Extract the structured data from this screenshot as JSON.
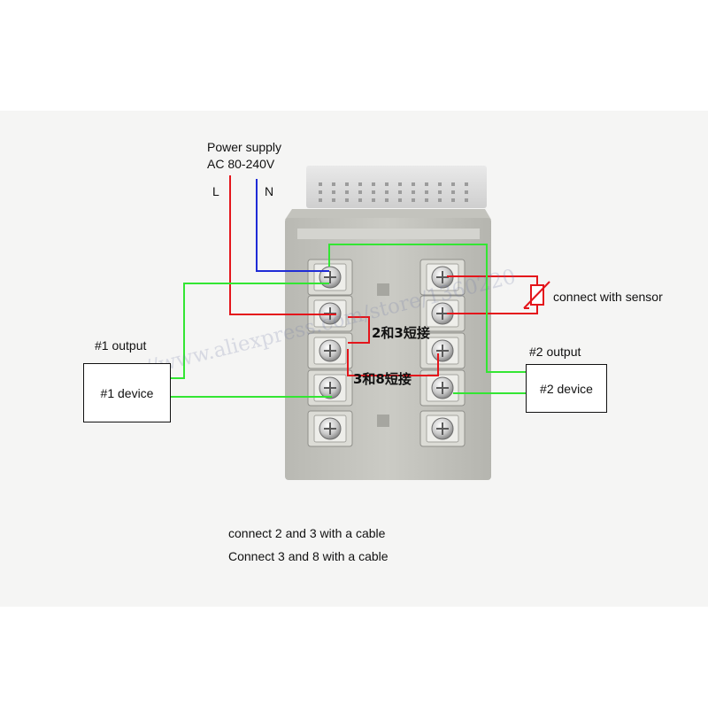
{
  "power": {
    "title": "Power supply",
    "voltage": "AC 80-240V",
    "live": "L",
    "neutral": "N"
  },
  "sensor": {
    "label": "connect with sensor"
  },
  "output1": {
    "label": "#1 output",
    "device": "#1 device"
  },
  "output2": {
    "label": "#2 output",
    "device": "#2 device"
  },
  "jumpers": {
    "j1": "2和3短接",
    "j2": "3和8短接"
  },
  "notes": {
    "line1": "connect 2 and 3 with a cable",
    "line2": "Connect 3 and 8 with a cable"
  },
  "watermark": "https://www.aliexpress.com/store/1360220",
  "colors": {
    "red": "#e4151b",
    "blue": "#1f2bd6",
    "green": "#33e633"
  }
}
